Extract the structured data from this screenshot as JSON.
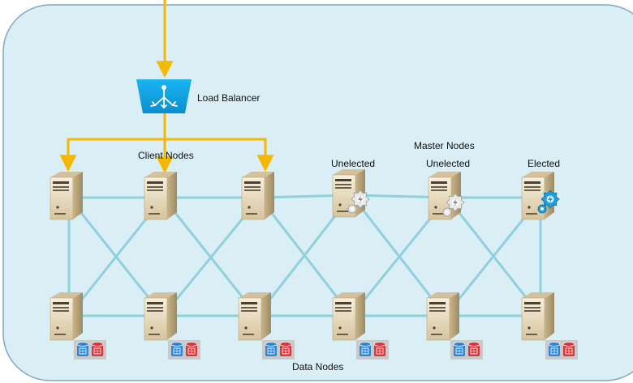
{
  "labels": {
    "load_balancer": "Load Balancer",
    "client_nodes": "Client Nodes",
    "master_nodes": "Master Nodes",
    "unelected_1": "Unelected",
    "unelected_2": "Unelected",
    "elected": "Elected",
    "data_nodes": "Data Nodes"
  },
  "icons": {
    "load_balancer": "load-balancer-icon",
    "server": "server-icon",
    "gear": "gear-icon",
    "database": "database-icon"
  },
  "colors": {
    "background": "#daeef6",
    "border": "#7fa8bd",
    "links": "#8fd0dc",
    "traffic": "#f5b800",
    "load_balancer": "#0fa6e8",
    "server_body": "#e9dcc0",
    "server_dark": "#8b7a5c",
    "gear_unelected": "#e8e8e8",
    "gear_elected": "#1e9fe0",
    "db_blue": "#2f86d6",
    "db_red": "#d8363c",
    "db_tray": "#c9c9c9"
  }
}
